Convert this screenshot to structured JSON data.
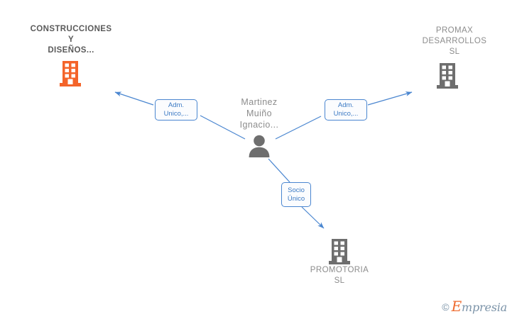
{
  "diagram": {
    "type": "relationship-graph",
    "background": "#ffffff",
    "nodes": [
      {
        "id": "construcciones",
        "kind": "company",
        "label": "CONSTRUCCIONES\nY\nDISEÑOS...",
        "icon": "building-icon",
        "color": "#f4642a",
        "highlighted": true
      },
      {
        "id": "promax",
        "kind": "company",
        "label": "PROMAX\nDESARROLLOS\nSL",
        "icon": "building-icon",
        "color": "#6e6e6e",
        "highlighted": false
      },
      {
        "id": "person",
        "kind": "person",
        "label": "Martinez\nMuiño\nIgnacio...",
        "icon": "person-icon",
        "color": "#6e6e6e",
        "highlighted": false
      },
      {
        "id": "promotoria",
        "kind": "company",
        "label": "PROMOTORIA\nSL",
        "icon": "building-icon",
        "color": "#6e6e6e",
        "highlighted": false
      }
    ],
    "edges": [
      {
        "id": "edge-left",
        "from": "person",
        "to": "construcciones",
        "label": "Adm.\nUnico,...",
        "color": "#4a86d0"
      },
      {
        "id": "edge-right",
        "from": "person",
        "to": "promax",
        "label": "Adm.\nUnico,...",
        "color": "#4a86d0"
      },
      {
        "id": "edge-bottom",
        "from": "person",
        "to": "promotoria",
        "label": "Socio\nÚnico",
        "color": "#4a86d0"
      }
    ]
  },
  "watermark": {
    "copyright": "©",
    "brand_initial": "E",
    "brand_rest": "mpresia",
    "color": "#7b93a8",
    "accent": "#ee6a2e"
  }
}
